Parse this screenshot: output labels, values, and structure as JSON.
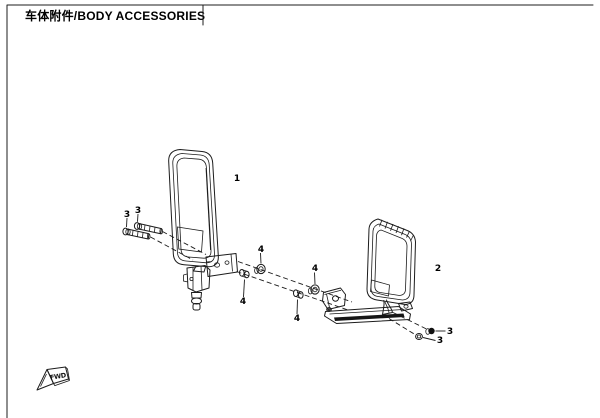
{
  "header": {
    "title": "车体附件/BODY ACCESSORIES"
  },
  "diagram": {
    "description": "Exploded parts diagram of left and right rear-view mirrors with mounting brackets, bolts, nuts and spacers",
    "callouts": [
      {
        "label": "1"
      },
      {
        "label": "2"
      },
      {
        "label": "3"
      },
      {
        "label": "3"
      },
      {
        "label": "3"
      },
      {
        "label": "3"
      },
      {
        "label": "4"
      },
      {
        "label": "4"
      },
      {
        "label": "4"
      },
      {
        "label": "4"
      }
    ],
    "direction_indicator": {
      "label": "FWD"
    }
  },
  "colors": {
    "background": "#ffffff",
    "line": "#1c1c1c",
    "text": "#000000"
  }
}
